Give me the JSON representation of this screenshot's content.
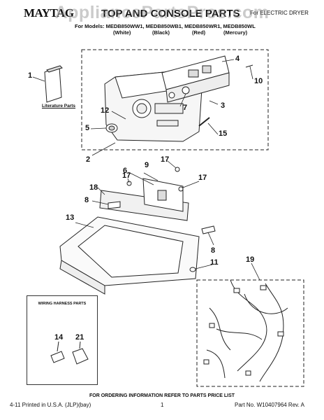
{
  "header": {
    "brand": "MAYTAG",
    "title": "TOP AND CONSOLE PARTS",
    "product_type": "For ELECTRIC DRYER",
    "models_line": "For Models: MEDB850WW1, MEDB850WB1, MEDB850WR1, MEDB850WL",
    "colors": [
      "(White)",
      "(Black)",
      "(Red)",
      "(Mercury)"
    ]
  },
  "watermark": "AppliancePartsPros.com",
  "labels": {
    "literature_parts": "Literature Parts",
    "wiring_harness_parts": "WIRING HARNESS PARTS"
  },
  "callouts": [
    "1",
    "2",
    "3",
    "4",
    "5",
    "6",
    "7",
    "8",
    "8",
    "9",
    "10",
    "11",
    "12",
    "13",
    "14",
    "15",
    "17",
    "17",
    "17",
    "18",
    "19",
    "21"
  ],
  "footer": {
    "ordering": "FOR ORDERING INFORMATION REFER TO PARTS PRICE LIST",
    "printed": "4-11 Printed in U.S.A. (JLP)(bay)",
    "page": "1",
    "part_no": "Part No. W10407964 Rev. A"
  }
}
